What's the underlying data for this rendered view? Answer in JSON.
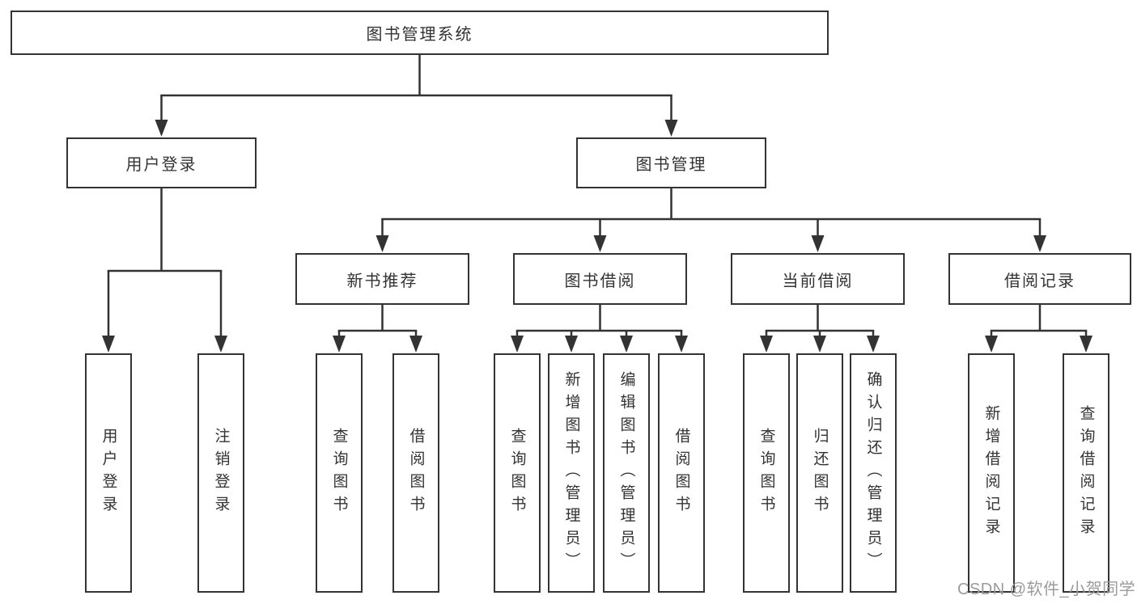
{
  "diagram": {
    "title": "图书管理系统",
    "branches": [
      {
        "label": "用户登录",
        "children": [
          {
            "label": "用户登录"
          },
          {
            "label": "注销登录"
          }
        ]
      },
      {
        "label": "图书管理",
        "children": [
          {
            "label": "新书推荐",
            "children": [
              {
                "label": "查询图书"
              },
              {
                "label": "借阅图书"
              }
            ]
          },
          {
            "label": "图书借阅",
            "children": [
              {
                "label": "查询图书"
              },
              {
                "label": "新增图书（管理员）"
              },
              {
                "label": "编辑图书（管理员）"
              },
              {
                "label": "借阅图书"
              }
            ]
          },
          {
            "label": "当前借阅",
            "children": [
              {
                "label": "查询图书"
              },
              {
                "label": "归还图书"
              },
              {
                "label": "确认归还（管理员）"
              }
            ]
          },
          {
            "label": "借阅记录",
            "children": [
              {
                "label": "新增借阅记录"
              },
              {
                "label": "查询借阅记录"
              }
            ]
          }
        ]
      }
    ]
  },
  "watermark": "CSDN @软件_小贺同学",
  "colors": {
    "line": "#333333",
    "box_border": "#333333",
    "text": "#333333",
    "watermark": "#9b9b9b",
    "background": "#ffffff"
  }
}
